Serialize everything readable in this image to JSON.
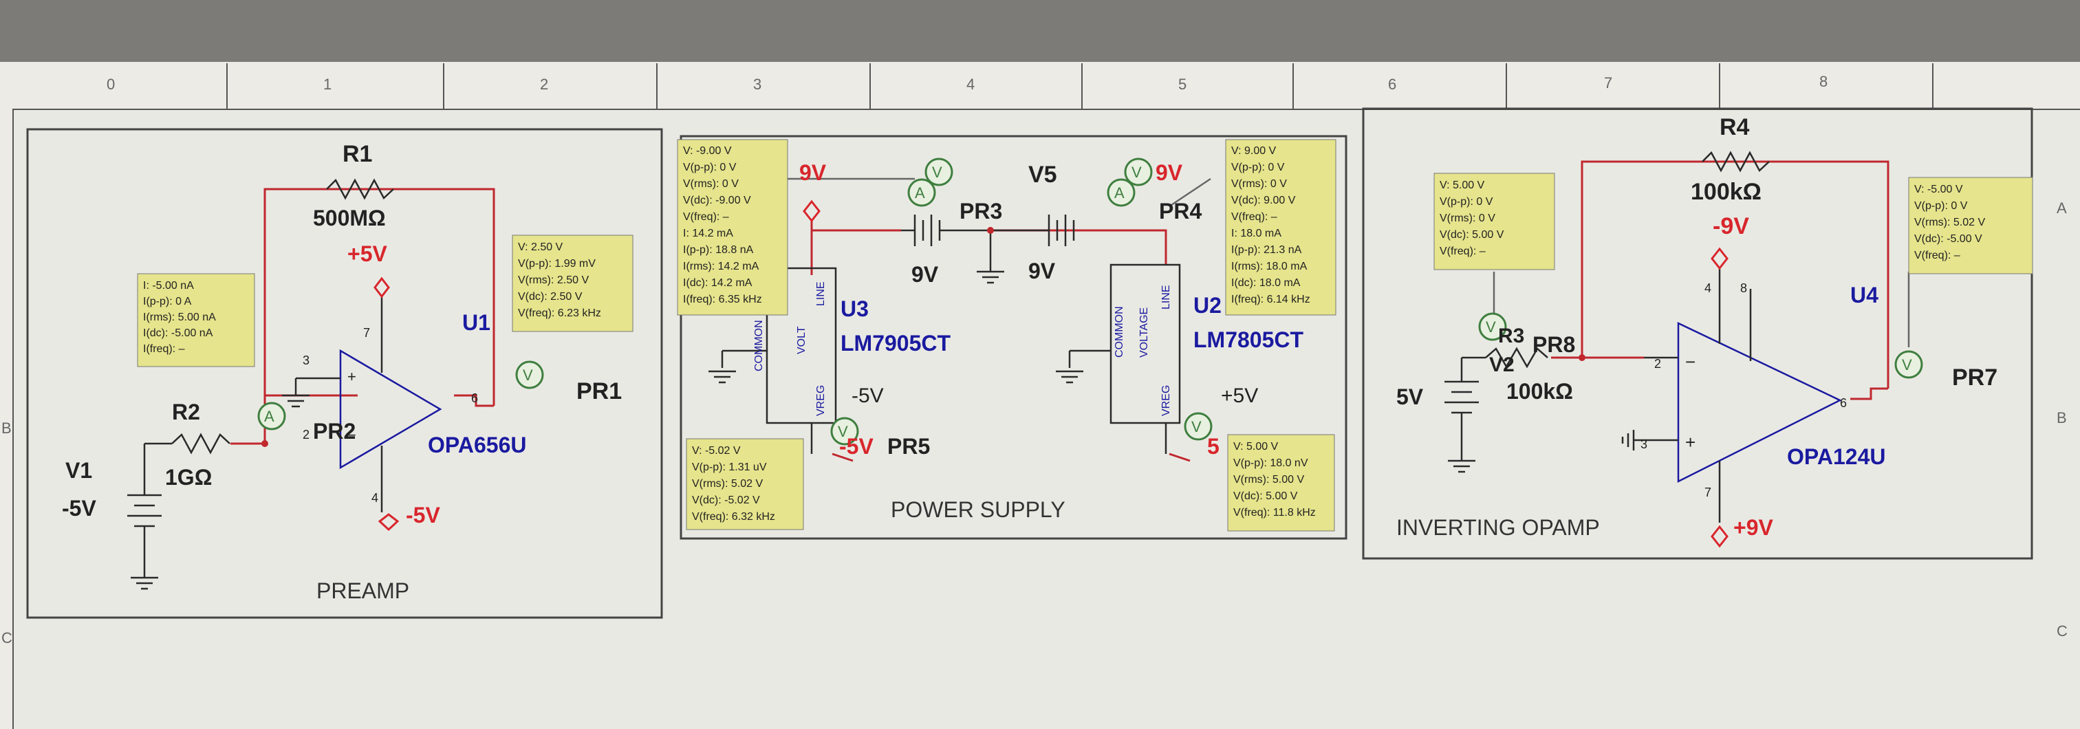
{
  "ruler": {
    "columns": [
      "0",
      "1",
      "2",
      "3",
      "4",
      "5",
      "6",
      "7",
      "8"
    ],
    "rows_left": [
      "B",
      "C"
    ],
    "rows_right": [
      "A",
      "B",
      "C"
    ]
  },
  "preamp": {
    "title": "PREAMP",
    "r1": {
      "name": "R1",
      "value": "500MΩ"
    },
    "r2": {
      "name": "R2",
      "value": "1GΩ"
    },
    "v1": {
      "name": "V1",
      "value": "-5V"
    },
    "u1": {
      "name": "U1",
      "part": "OPA656U"
    },
    "pos_rail": "+5V",
    "neg_rail": "-5V",
    "pins": {
      "p3": "3",
      "p2": "2",
      "p6": "6",
      "p7": "7",
      "p4": "4"
    },
    "probes": {
      "pr1": "PR1",
      "pr2": "PR2"
    },
    "pr2_readout": [
      "I: -5.00 nA",
      "I(p-p): 0 A",
      "I(rms): 5.00 nA",
      "I(dc): -5.00 nA",
      "I(freq): –"
    ],
    "pr1_readout": [
      "V: 2.50 V",
      "V(p-p): 1.99 mV",
      "V(rms): 2.50 V",
      "V(dc): 2.50 V",
      "V(freq): 6.23 kHz"
    ]
  },
  "power": {
    "title": "POWER SUPPLY",
    "v5": "V5",
    "batt_left": "9V",
    "batt_right": "9V",
    "rail_left": "9V",
    "rail_right": "9V",
    "pr3": "PR3",
    "pr4": "PR4",
    "pr5": "PR5",
    "u3": {
      "name": "U3",
      "part": "LM7905CT",
      "out": "-5V",
      "pin_line": "LINE",
      "pin_volt": "VOLT",
      "pin_common": "COMMON",
      "pin_vreg": "VREG",
      "out_label": "-5V"
    },
    "u2": {
      "name": "U2",
      "part": "LM7805CT",
      "out": "+5V",
      "pin_line": "LINE",
      "pin_volt": "VOLTAGE",
      "pin_common": "COMMON",
      "pin_vreg": "VREG",
      "out_label": "5"
    },
    "left_readout": [
      "V: -9.00 V",
      "V(p-p): 0 V",
      "V(rms): 0 V",
      "V(dc): -9.00 V",
      "V(freq): –",
      "I: 14.2 mA",
      "I(p-p): 18.8 nA",
      "I(rms): 14.2 mA",
      "I(dc): 14.2 mA",
      "I(freq): 6.35 kHz"
    ],
    "right_readout": [
      "V: 9.00 V",
      "V(p-p): 0 V",
      "V(rms): 0 V",
      "V(dc): 9.00 V",
      "V(freq): –",
      "I: 18.0 mA",
      "I(p-p): 21.3 nA",
      "I(rms): 18.0 mA",
      "I(dc): 18.0 mA",
      "I(freq): 6.14 kHz"
    ],
    "pr5_readout": [
      "V: -5.02 V",
      "V(p-p): 1.31 uV",
      "V(rms): 5.02 V",
      "V(dc): -5.02 V",
      "V(freq): 6.32 kHz"
    ],
    "u2_readout": [
      "V: 5.00 V",
      "V(p-p): 18.0 nV",
      "V(rms): 5.00 V",
      "V(dc): 5.00 V",
      "V(freq): 11.8 kHz"
    ]
  },
  "inverting": {
    "title": "INVERTING OPAMP",
    "r4": {
      "name": "R4",
      "value": "100kΩ"
    },
    "r3": {
      "name": "R3",
      "value": "100kΩ"
    },
    "v2": {
      "name": "V2",
      "value": "5V"
    },
    "u4": {
      "name": "U4",
      "part": "OPA124U"
    },
    "neg_rail": "-9V",
    "pos_rail": "+9V",
    "pins": {
      "p4": "4",
      "p8": "8",
      "p2": "2",
      "p3": "3",
      "p6": "6",
      "p7": "7"
    },
    "probes": {
      "pr7": "PR7",
      "pr8": "PR8"
    },
    "pr8_readout": [
      "V: 5.00 V",
      "V(p-p): 0 V",
      "V(rms): 0 V",
      "V(dc): 5.00 V",
      "V(freq): –"
    ],
    "pr7_readout": [
      "V: -5.00 V",
      "V(p-p): 0 V",
      "V(rms): 5.02 V",
      "V(dc): -5.00 V",
      "V(freq): –"
    ]
  },
  "colors": {
    "wire": "#c0282e",
    "component": "#1a1aa0",
    "rail": "#d8262c",
    "probe": "#3f7f3f",
    "readout_bg": "#e6e48c"
  }
}
